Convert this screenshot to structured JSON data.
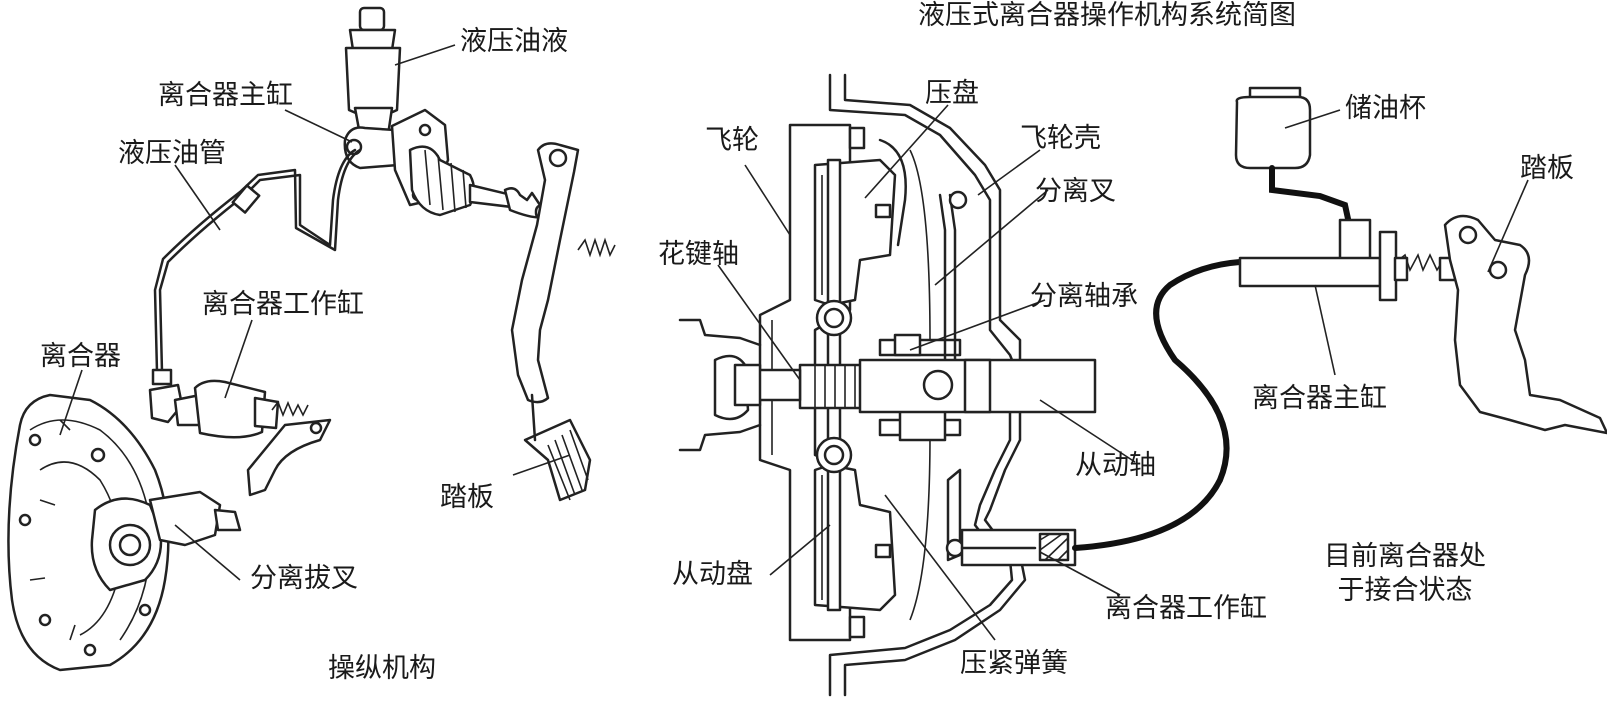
{
  "title": "液压式离合器操作机构系统简图",
  "left_figure": {
    "caption": "操纵机构",
    "labels": {
      "fluid": "液压油液",
      "master_cylinder": "离合器主缸",
      "fluid_pipe": "液压油管",
      "slave_cylinder": "离合器工作缸",
      "clutch": "离合器",
      "pedal": "踏板",
      "release_fork": "分离拔叉"
    }
  },
  "center_figure": {
    "labels": {
      "pressure_plate": "压盘",
      "flywheel": "飞轮",
      "flywheel_housing": "飞轮壳",
      "release_fork": "分离叉",
      "spline_shaft": "花键轴",
      "release_bearing": "分离轴承",
      "driven_shaft": "从动轴",
      "driven_plate": "从动盘",
      "slave_cylinder": "离合器工作缸",
      "pressure_spring": "压紧弹簧"
    }
  },
  "right_figure": {
    "labels": {
      "reservoir": "储油杯",
      "pedal": "踏板",
      "master_cylinder": "离合器主缸",
      "state_note": "目前离合器处于接合状态"
    }
  }
}
